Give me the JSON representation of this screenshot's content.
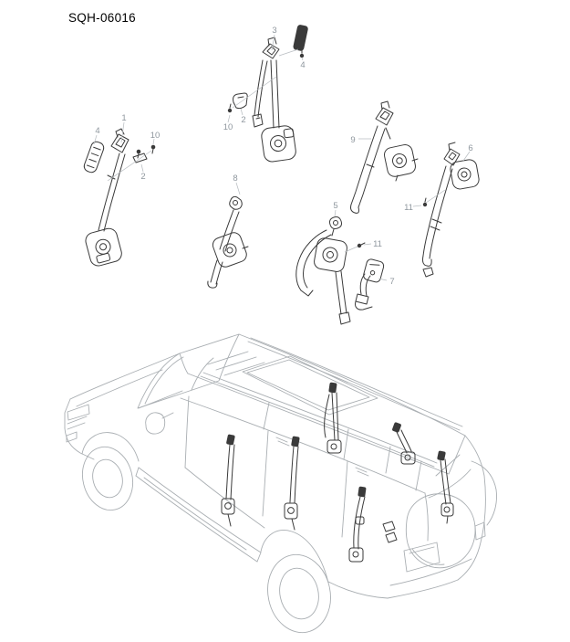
{
  "title": "SQH-06016",
  "figure": {
    "type": "exploded-parts-diagram",
    "subject": "vehicle seat belt assemblies with SUV reference illustration",
    "colors": {
      "background": "#ffffff",
      "title_text": "#000000",
      "callout_text": "#8f979e",
      "leader_line": "#b9bec2",
      "part_line": "#3a3a3a",
      "vehicle_line": "#a9aeb2"
    },
    "callouts": [
      {
        "id": "callout-1",
        "label": "1"
      },
      {
        "id": "callout-4-left",
        "label": "4"
      },
      {
        "id": "callout-10-left",
        "label": "10"
      },
      {
        "id": "callout-2-left",
        "label": "2"
      },
      {
        "id": "callout-3",
        "label": "3"
      },
      {
        "id": "callout-4-top",
        "label": "4"
      },
      {
        "id": "callout-2-center",
        "label": "2"
      },
      {
        "id": "callout-10-center",
        "label": "10"
      },
      {
        "id": "callout-8",
        "label": "8"
      },
      {
        "id": "callout-9",
        "label": "9"
      },
      {
        "id": "callout-5",
        "label": "5"
      },
      {
        "id": "callout-11-center",
        "label": "11"
      },
      {
        "id": "callout-7",
        "label": "7"
      },
      {
        "id": "callout-6",
        "label": "6"
      },
      {
        "id": "callout-11-right",
        "label": "11"
      }
    ]
  }
}
